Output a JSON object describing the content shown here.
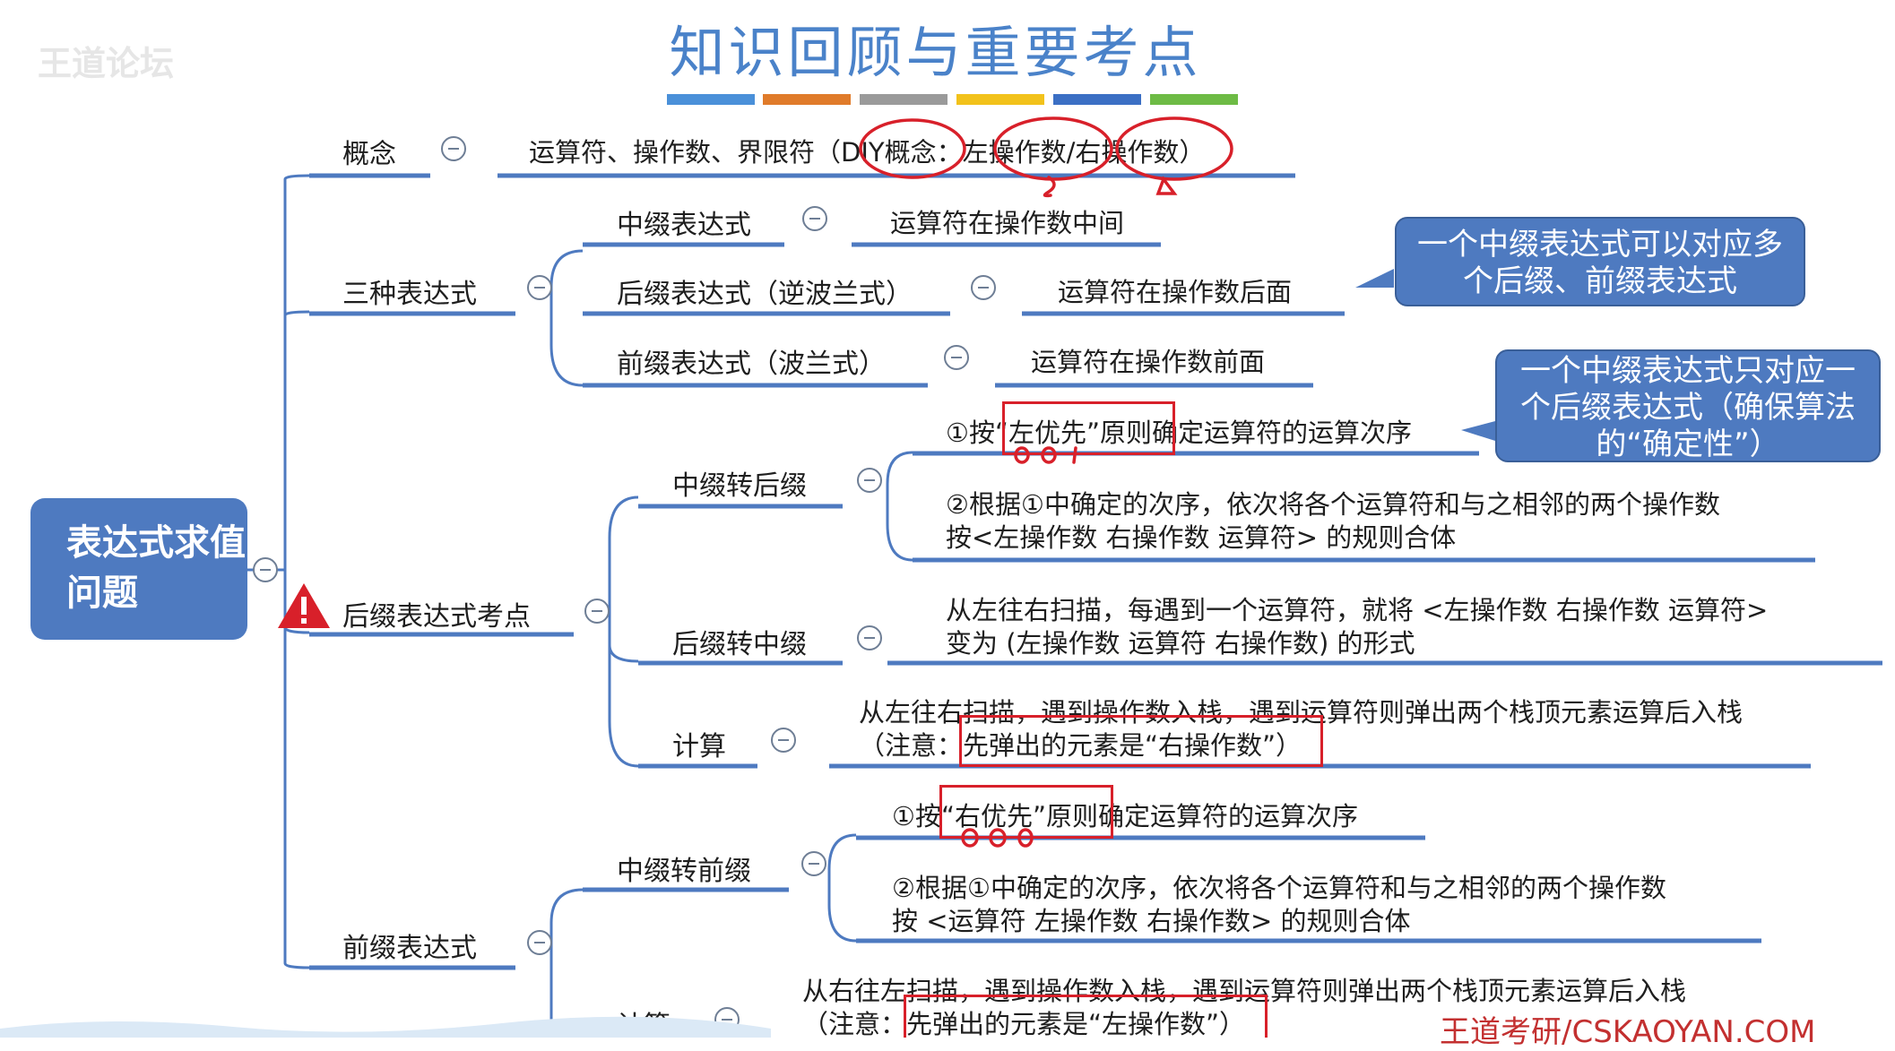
{
  "title": "知识回顾与重要考点",
  "watermark_left": "王道论坛",
  "watermark_right": "王道考研/CSKAOYAN.COM",
  "colors": {
    "title": "#4a82c9",
    "node_fill": "#4e7ac0",
    "branch_line": "#4e7ac0",
    "annotation_red": "#d8202a",
    "deco_bars": [
      "#4a90d9",
      "#e07b2a",
      "#9a9a9a",
      "#f2c21b",
      "#3b6fc4",
      "#6dbb45"
    ]
  },
  "root": {
    "label": "表达式求值问题"
  },
  "concept": {
    "label": "概念",
    "text": "运算符、操作数、界限符（DIY概念：左操作数/右操作数）"
  },
  "three_expr": {
    "label": "三种表达式",
    "items": [
      {
        "label": "中缀表达式",
        "desc": "运算符在操作数中间"
      },
      {
        "label": "后缀表达式（逆波兰式）",
        "desc": "运算符在操作数后面"
      },
      {
        "label": "前缀表达式（波兰式）",
        "desc": "运算符在操作数前面"
      }
    ],
    "callout": "一个中缀表达式可以对应多个后缀、前缀表达式"
  },
  "postfix": {
    "label": "后缀表达式考点",
    "warning_icon": "warning-icon",
    "infix_to_postfix": {
      "label": "中缀转后缀",
      "step1": "①按“左优先”原则确定运算符的运算次序",
      "step2_line1": "②根据①中确定的次序，依次将各个运算符和与之相邻的两个操作数",
      "step2_line2": "按<左操作数  右操作数  运算符> 的规则合体",
      "callout": "一个中缀表达式只对应一个后缀表达式（确保算法的“确定性”）"
    },
    "postfix_to_infix": {
      "label": "后缀转中缀",
      "line1": "从左往右扫描，每遇到一个运算符，就将 <左操作数  右操作数  运算符>",
      "line2": "变为 (左操作数  运算符  右操作数) 的形式"
    },
    "compute": {
      "label": "计算",
      "line1": "从左往右扫描，遇到操作数入栈，遇到运算符则弹出两个栈顶元素运算后入栈",
      "line2": "（注意：先弹出的元素是“右操作数”）"
    }
  },
  "prefix": {
    "label": "前缀表达式",
    "infix_to_prefix": {
      "label": "中缀转前缀",
      "step1": "①按“右优先”原则确定运算符的运算次序",
      "step2_line1": "②根据①中确定的次序，依次将各个运算符和与之相邻的两个操作数",
      "step2_line2": "按 <运算符  左操作数  右操作数> 的规则合体"
    },
    "compute": {
      "label": "计算",
      "line1": "从右往左扫描，遇到操作数入栈，遇到运算符则弹出两个栈顶元素运算后入栈",
      "line2": "（注意：先弹出的元素是“左操作数”）"
    }
  }
}
